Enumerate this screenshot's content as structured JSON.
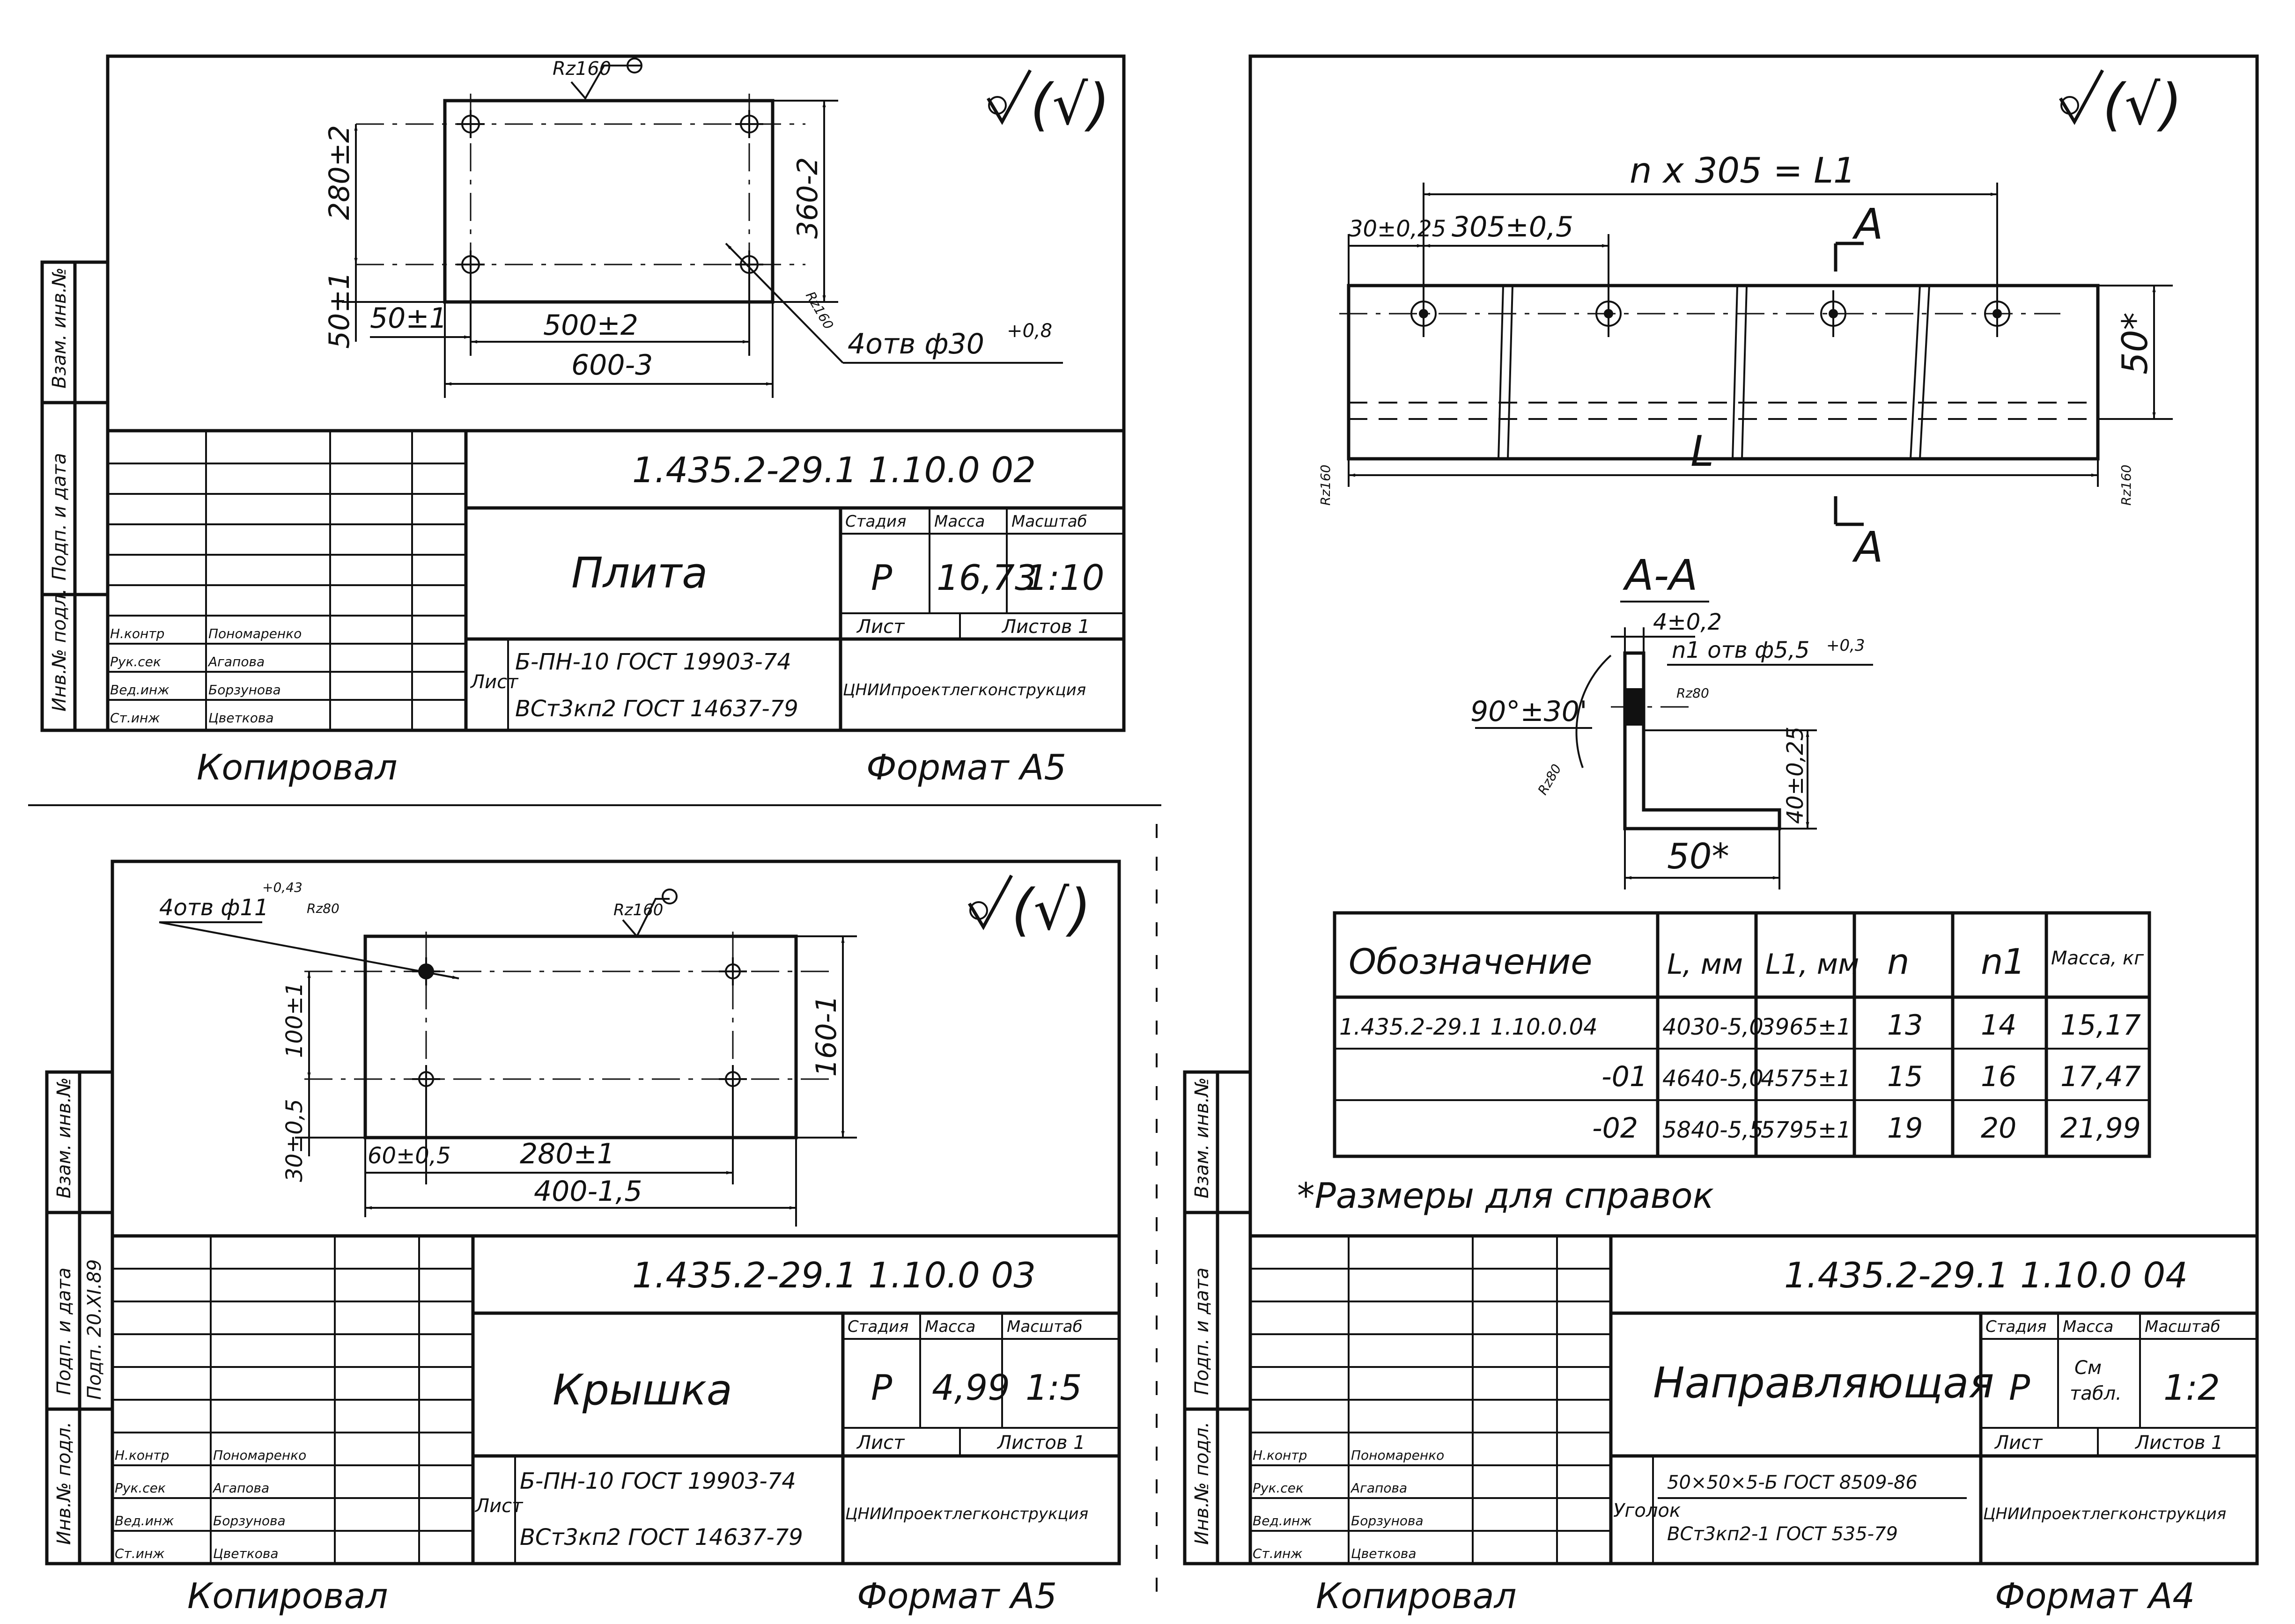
{
  "rough": "(√)",
  "copied": "Копировал",
  "sheet1": {
    "code": "1.435.2-29.1 1.10.0 02",
    "name": "Плита",
    "material_line1": "Б-ПН-10 ГОСТ 19903-74",
    "material_line2": "ВСт3кп2 ГОСТ 14637-79",
    "material_prefix": "Лист",
    "h_stage": "Стадия",
    "h_mass": "Масса",
    "h_scale": "Масштаб",
    "stage": "Р",
    "mass": "16,73",
    "scale": "1:10",
    "h_sheet": "Лист",
    "h_sheets": "Листов 1",
    "org": "ЦНИИпроектлегконструкция",
    "format": "Формат А5",
    "dims": {
      "ra_top": "Rz160",
      "d280": "280±2",
      "d360": "360-2",
      "d50v": "50±1",
      "d50h": "50±1",
      "d500": "500±2",
      "d600": "600-3",
      "holes": "4отв ф30",
      "holes_tol": "+0,8",
      "ra_hole": "Rz160"
    }
  },
  "sheet2": {
    "code": "1.435.2-29.1 1.10.0 03",
    "name": "Крышка",
    "material_line1": "Б-ПН-10 ГОСТ 19903-74",
    "material_line2": "ВСт3кп2 ГОСТ 14637-79",
    "material_prefix": "Лист",
    "h_stage": "Стадия",
    "h_mass": "Масса",
    "h_scale": "Масштаб",
    "stage": "Р",
    "mass": "4,99",
    "scale": "1:5",
    "h_sheet": "Лист",
    "h_sheets": "Листов 1",
    "org": "ЦНИИпроектлегконструкция",
    "format": "Формат А5",
    "signature": "Подп. 20.XI.89",
    "dims": {
      "holes": "4отв ф11",
      "holes_tol": "+0,43",
      "ra_hole": "Rz80",
      "ra_top": "Rz160",
      "d100": "100±1",
      "d160": "160-1",
      "d30": "30±0,5",
      "d60": "60±0,5",
      "d280": "280±1",
      "d400": "400-1,5"
    }
  },
  "sheet3": {
    "code": "1.435.2-29.1 1.10.0 04",
    "name": "Направляющая",
    "profile_prefix": "Уголок",
    "material_line1": "50×50×5-Б ГОСТ 8509-86",
    "material_line2": "ВСт3кп2-1 ГОСТ 535-79",
    "h_stage": "Стадия",
    "h_mass": "Масса",
    "h_scale": "Масштаб",
    "stage": "Р",
    "mass_line1": "См",
    "mass_line2": "табл.",
    "scale": "1:2",
    "h_sheet": "Лист",
    "h_sheets": "Листов 1",
    "org": "ЦНИИпроектлегконструкция",
    "format": "Формат А4",
    "note": "*Размеры для справок",
    "section_title": "А-А",
    "dims": {
      "nL1": "n x 305 = L1",
      "d30": "30±0,25",
      "d305": "305±0,5",
      "secA": "А",
      "d50": "50*",
      "L": "L",
      "ra_left": "Rz160",
      "ra_right": "Rz160",
      "t4": "4±0,2",
      "holes": "n1 отв ф5,5",
      "holes_tol": "+0,3",
      "ra80a": "Rz80",
      "angle": "90°±30'",
      "ra80b": "Rz80",
      "d40": "40±0,25",
      "d50b": "50*"
    },
    "table": {
      "headers": [
        "Обозначение",
        "L, мм",
        "L1, мм",
        "n",
        "n1",
        "Масса, кг"
      ],
      "rows": [
        [
          "1.435.2-29.1 1.10.0.04",
          "4030-5,0",
          "3965±1",
          "13",
          "14",
          "15,17"
        ],
        [
          "-01",
          "4640-5,0",
          "4575±1",
          "15",
          "16",
          "17,47"
        ],
        [
          "-02",
          "5840-5,5",
          "5795±1",
          "19",
          "20",
          "21,99"
        ]
      ]
    }
  },
  "signers": [
    {
      "role": "Н.контр",
      "name": "Пономаренко"
    },
    {
      "role": "Рук.сек",
      "name": "Агапова"
    },
    {
      "role": "Вед.инж",
      "name": "Борзунова"
    },
    {
      "role": "Ст.инж",
      "name": "Цветкова"
    }
  ],
  "side_labels": [
    "Инв.№ подл.",
    "Подп. и дата",
    "Взам. инв.№"
  ]
}
